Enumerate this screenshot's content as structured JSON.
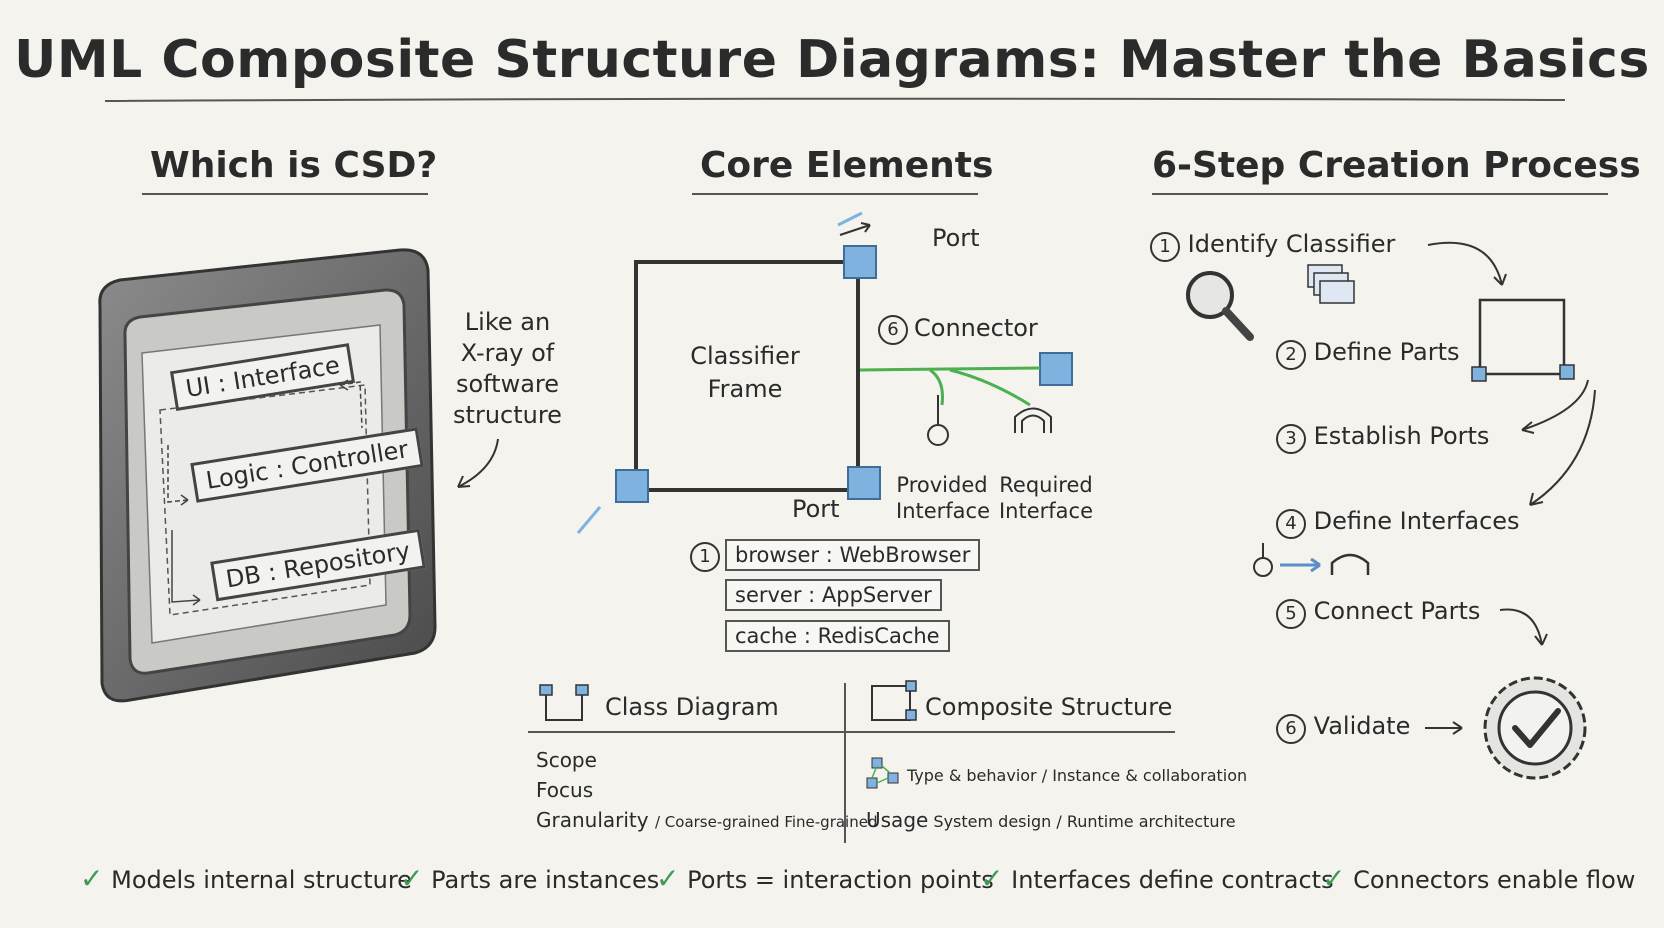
{
  "title": "UML Composite Structure Diagrams: Master the Basics",
  "sections": {
    "what": {
      "heading": "Which is CSD?",
      "note": [
        "Like an",
        "X-ray of",
        "software",
        "structure"
      ],
      "parts": [
        "UI : Interface",
        "Logic : Controller",
        "DB : Repository"
      ]
    },
    "core": {
      "heading": "Core Elements",
      "port_top": "Port",
      "port_bottom": "Port",
      "frame_label": [
        "Classifier",
        "Frame"
      ],
      "connector": "Connector",
      "connector_num": "6",
      "provided": [
        "Provided",
        "Interface"
      ],
      "required": [
        "Required",
        "Interface"
      ],
      "instance_num": "1",
      "instances": [
        "browser : WebBrowser",
        "server : AppServer",
        "cache : RedisCache"
      ]
    },
    "compare": {
      "left_title": "Class Diagram",
      "right_title": "Composite Structure",
      "rows": [
        "Scope",
        "Focus",
        "Granularity"
      ],
      "granularity_values": "/ Coarse-grained Fine-grained",
      "type_row": "Type & behavior / Instance & collaboration",
      "usage_label": "Usage",
      "usage_values": "System design / Runtime architecture"
    },
    "process": {
      "heading": "6-Step Creation Process",
      "steps": [
        {
          "num": "1",
          "label": "Identify Classifier"
        },
        {
          "num": "2",
          "label": "Define Parts"
        },
        {
          "num": "3",
          "label": "Establish Ports"
        },
        {
          "num": "4",
          "label": "Define Interfaces"
        },
        {
          "num": "5",
          "label": "Connect Parts"
        },
        {
          "num": "6",
          "label": "Validate"
        }
      ]
    }
  },
  "takeaways": [
    "Models internal structure",
    "Parts are instances",
    "Ports = interaction points",
    "Interfaces define contracts",
    "Connectors enable flow"
  ],
  "check_mark": "✓",
  "colors": {
    "background": "#f4f3ee",
    "port": "#7fb2df",
    "connector": "#4caf50",
    "check": "#3e9a52"
  }
}
